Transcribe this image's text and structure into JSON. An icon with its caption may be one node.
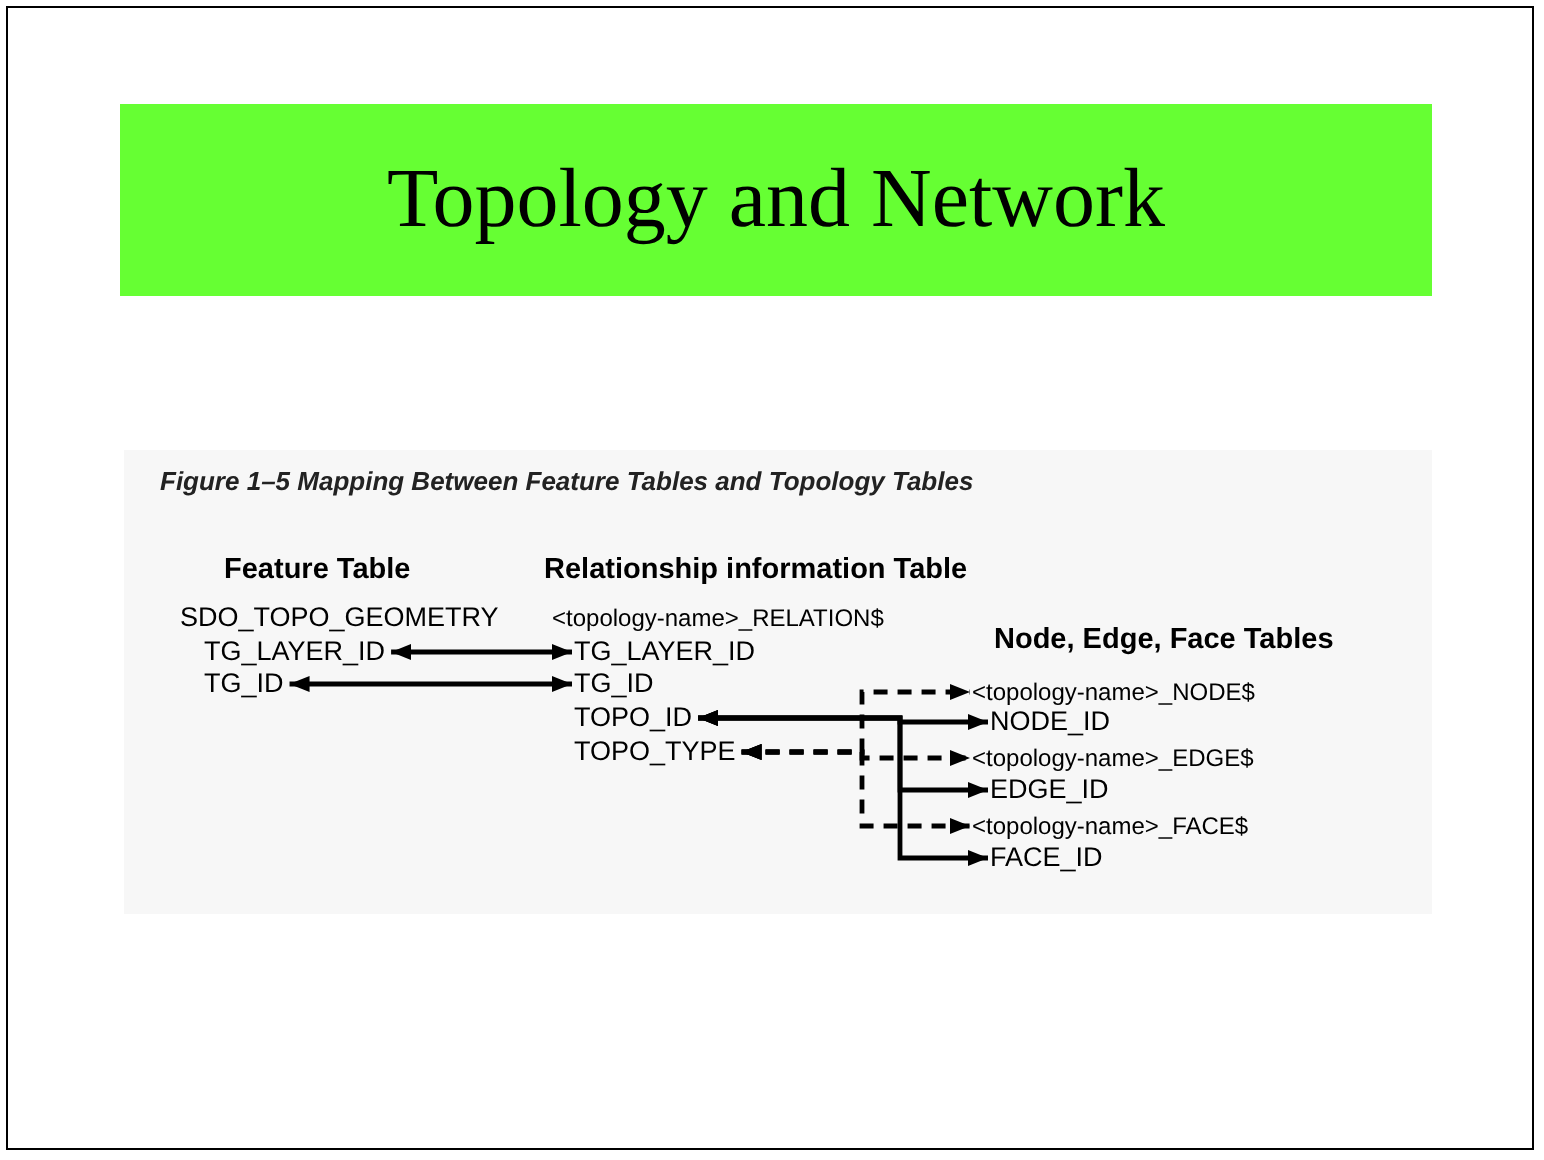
{
  "diagram": {
    "title": "Topology and Network",
    "caption": "Figure 1–5 Mapping Between Feature Tables and Topology Tables",
    "nodes": [
      {
        "text": [
          "TG_LAYER_ID"
        ]
      },
      {
        "text": [
          "TG_ID"
        ]
      },
      {
        "text": [
          "TG_LAYER_ID"
        ]
      },
      {
        "text": [
          "TG_ID"
        ]
      },
      {
        "text": [
          "TOPO_ID"
        ]
      },
      {
        "text": [
          "TOPO_TYPE"
        ]
      },
      {
        "text": [
          "<topology-name>_NODE$"
        ]
      },
      {
        "text": [
          "NODE_ID"
        ]
      },
      {
        "text": [
          "<topology-name>_EDGE$"
        ]
      },
      {
        "text": [
          "EDGE_ID"
        ]
      },
      {
        "text": [
          "<topology-name>_FACE$"
        ]
      },
      {
        "text": [
          "FACE_ID"
        ]
      }
    ],
    "edges": [
      {
        "from": 0,
        "to": 2,
        "arrow": "both"
      },
      {
        "from": 1,
        "to": 3,
        "arrow": "both"
      },
      {
        "from": 4,
        "to": 7,
        "arrow": "both"
      },
      {
        "from": 4,
        "to": 9,
        "arrow": "both"
      },
      {
        "from": 4,
        "to": 11,
        "arrow": "both"
      },
      {
        "from": 5,
        "to": 6,
        "arrow": "both",
        "style": "dashed"
      },
      {
        "from": 5,
        "to": 8,
        "arrow": "both",
        "style": "dashed"
      },
      {
        "from": 5,
        "to": 10,
        "arrow": "both",
        "style": "dashed"
      }
    ],
    "labels": [
      "Feature Table",
      "Relationship information Table",
      "SDO_TOPO_GEOMETRY",
      "<topology-name>_RELATION$",
      "Node, Edge, Face Tables"
    ]
  }
}
